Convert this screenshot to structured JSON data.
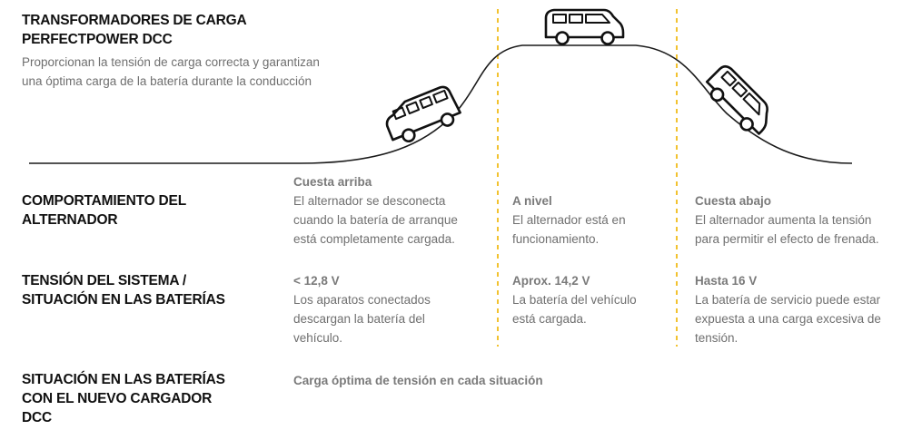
{
  "header": {
    "title_line1": "TRANSFORMADORES DE CARGA",
    "title_line2": "PERFECTPOWER DCC",
    "subtitle_line1": "Proporcionan la tensión de carga correcta y garantizan",
    "subtitle_line2": "una óptima carga de la batería durante la conducción"
  },
  "columns": {
    "uphill": "Cuesta arriba",
    "level": "A nivel",
    "downhill": "Cuesta abajo"
  },
  "rows": {
    "alternator": {
      "label_line1": "COMPORTAMIENTO DEL",
      "label_line2": "ALTERNADOR",
      "uphill": [
        "El alternador se desconecta",
        "cuando la batería de arranque",
        "está completamente cargada."
      ],
      "level": [
        "El alternador está en",
        "funcionamiento."
      ],
      "downhill": [
        "El alternador aumenta la tensión",
        "para permitir el efecto de frenada."
      ]
    },
    "voltage": {
      "label_line1": "TENSIÓN DEL SISTEMA /",
      "label_line2": "SITUACIÓN EN LAS BATERÍAS",
      "uphill_head": "< 12,8 V",
      "uphill": [
        "Los aparatos conectados",
        "descargan la batería del",
        "vehículo."
      ],
      "level_head": "Aprox. 14,2 V",
      "level": [
        "La batería del vehículo",
        "está cargada."
      ],
      "downhill_head": "Hasta 16 V",
      "downhill": [
        "La batería de servicio puede estar",
        "expuesta a una carga excesiva de",
        "tensión."
      ]
    },
    "new_charger": {
      "label_line1": "SITUACIÓN EN LAS BATERÍAS",
      "label_line2": "CON EL NUEVO CARGADOR",
      "label_line3": "DCC",
      "text": "Carga óptima de tensión en cada situación"
    }
  },
  "colors": {
    "divider": "#f2c230",
    "road": "#1a1a1a",
    "heading": "#111111",
    "body_text": "#6f6f6f"
  },
  "icons": [
    "van-uphill-icon",
    "van-level-icon",
    "van-downhill-icon"
  ]
}
